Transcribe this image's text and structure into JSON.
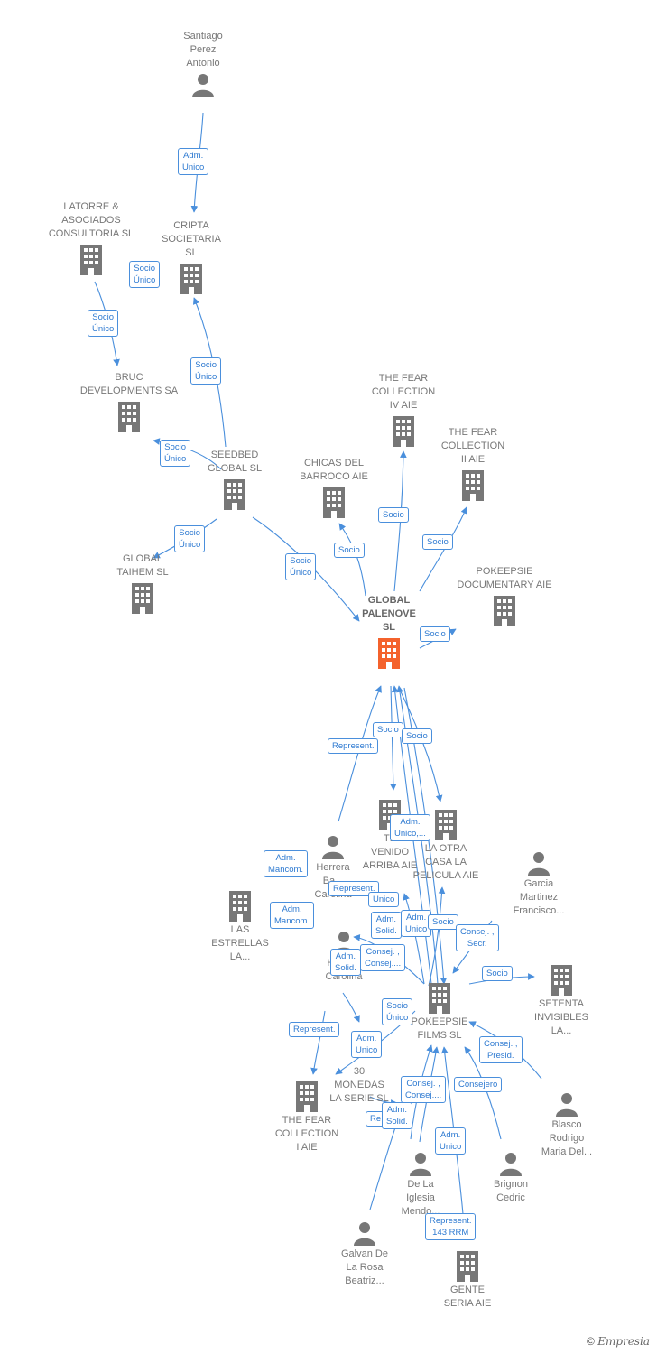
{
  "colors": {
    "edge": "#4a8fdc",
    "node_icon": "#777777",
    "focus_icon": "#f4622c"
  },
  "nodes": [
    {
      "id": "santiago",
      "label": "Santiago\nPerez\nAntonio",
      "kind": "person"
    },
    {
      "id": "latorre",
      "label": "LATORRE &\nASOCIADOS\nCONSULTORIA SL",
      "kind": "company"
    },
    {
      "id": "cripta",
      "label": "CRIPTA\nSOCIETARIA\nSL",
      "kind": "company"
    },
    {
      "id": "bruc",
      "label": "BRUC\nDEVELOPMENTS SA",
      "kind": "company"
    },
    {
      "id": "fear4",
      "label": "THE FEAR\nCOLLECTION\nIV AIE",
      "kind": "company"
    },
    {
      "id": "fear2",
      "label": "THE FEAR\nCOLLECTION\nII AIE",
      "kind": "company"
    },
    {
      "id": "chicas",
      "label": "CHICAS DEL\nBARROCO AIE",
      "kind": "company"
    },
    {
      "id": "seedbed",
      "label": "SEEDBED\nGLOBAL  SL",
      "kind": "company"
    },
    {
      "id": "taihem",
      "label": "GLOBAL\nTAIHEM SL",
      "kind": "company"
    },
    {
      "id": "pokdoc",
      "label": "POKEEPSIE\nDOCUMENTARY AIE",
      "kind": "company"
    },
    {
      "id": "palenove",
      "label": "GLOBAL\nPALENOVE\nSL",
      "kind": "focus"
    },
    {
      "id": "tevenido",
      "label": "TE\nVENIDO\nARRIBA AIE",
      "kind": "company"
    },
    {
      "id": "laotra",
      "label": "LA OTRA\nCASA LA\nPELICULA AIE",
      "kind": "company"
    },
    {
      "id": "herrerab",
      "label": "Herrera\nBa...\nCarolina",
      "kind": "person"
    },
    {
      "id": "garcia",
      "label": "Garcia\nMartinez\nFrancisco...",
      "kind": "person"
    },
    {
      "id": "estrellas",
      "label": "LAS\nESTRELLAS\nLA...",
      "kind": "company"
    },
    {
      "id": "herrerac",
      "label": "Herrera\nCarolina",
      "kind": "person"
    },
    {
      "id": "setenta",
      "label": "SETENTA\nINVISIBLES\nLA...",
      "kind": "company"
    },
    {
      "id": "pokfilms",
      "label": "POKEEPSIE\nFILMS SL",
      "kind": "company"
    },
    {
      "id": "monedas",
      "label": "30\nMONEDAS\nLA SERIE  SL",
      "kind": "company"
    },
    {
      "id": "fear1",
      "label": "THE FEAR\nCOLLECTION\nI AIE",
      "kind": "company"
    },
    {
      "id": "blasco",
      "label": "Blasco\nRodrigo\nMaria Del...",
      "kind": "person"
    },
    {
      "id": "iglesia",
      "label": "De La\nIglesia\nMendo...",
      "kind": "person"
    },
    {
      "id": "brignon",
      "label": "Brignon\nCedric",
      "kind": "person"
    },
    {
      "id": "galvan",
      "label": "Galvan De\nLa Rosa\nBeatriz...",
      "kind": "person"
    },
    {
      "id": "gente",
      "label": "GENTE\nSERIA AIE",
      "kind": "company"
    }
  ],
  "relations": [
    "Adm.\nUnico",
    "Socio\nÚnico",
    "Socio\nÚnico",
    "Socio\nÚnico",
    "Socio\nÚnico",
    "Socio\nÚnico",
    "Socio\nÚnico",
    "Socio",
    "Socio",
    "Socio",
    "Socio",
    "Socio",
    "Socio",
    "Represent.",
    "Adm.\nUnico,...",
    "Adm.\nMancom.",
    "Represent.",
    "Unico",
    "Adm.\nMancom.",
    "Adm.\nSolid.",
    "Adm.\nUnico",
    "Socio",
    "Consej. ,\nSecr.",
    "Adm.\nSolid.",
    "Consej. ,\nConsej....",
    "Socio",
    "Socio\nÚnico",
    "Represent.",
    "Adm.\nUnico",
    "Consej. ,\nPresid.",
    "Consej. ,\nConsej....",
    "Consejero",
    "Re",
    "Adm.\nSolid.",
    "Adm.\nUnico",
    "Represent.\n143 RRM"
  ],
  "footer": {
    "copyright": "©",
    "brand": "Empresia"
  }
}
